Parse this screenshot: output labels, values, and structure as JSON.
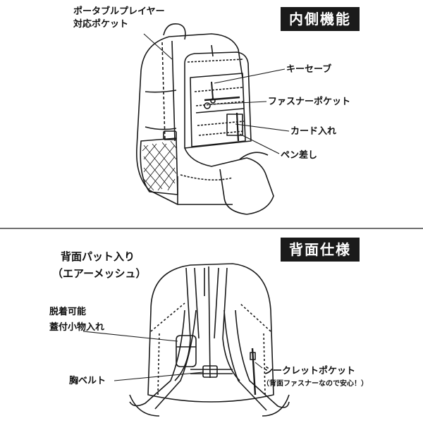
{
  "sections": {
    "interior": {
      "title": "内側機能"
    },
    "back": {
      "title": "背面仕様"
    }
  },
  "callouts": {
    "player_pocket": [
      "ポータブルプレイヤー",
      "対応ポケット"
    ],
    "key_safe": "キーセーブ",
    "fastener_pocket": "ファスナーポケット",
    "card_slot": "カード入れ",
    "pen_holder": "ペン差し",
    "back_pad": [
      "背面パット入り",
      "（エアーメッシュ）"
    ],
    "detachable_pouch": [
      "脱着可能",
      "蓋付小物入れ"
    ],
    "chest_belt": "胸ベルト",
    "secret_pocket": "シークレットポケット",
    "secret_pocket_note": "（背面ファスナーなので安心！）"
  },
  "colors": {
    "ink": "#1a1a1a",
    "title_bg": "#1a1a1a",
    "title_fg": "#ffffff"
  }
}
